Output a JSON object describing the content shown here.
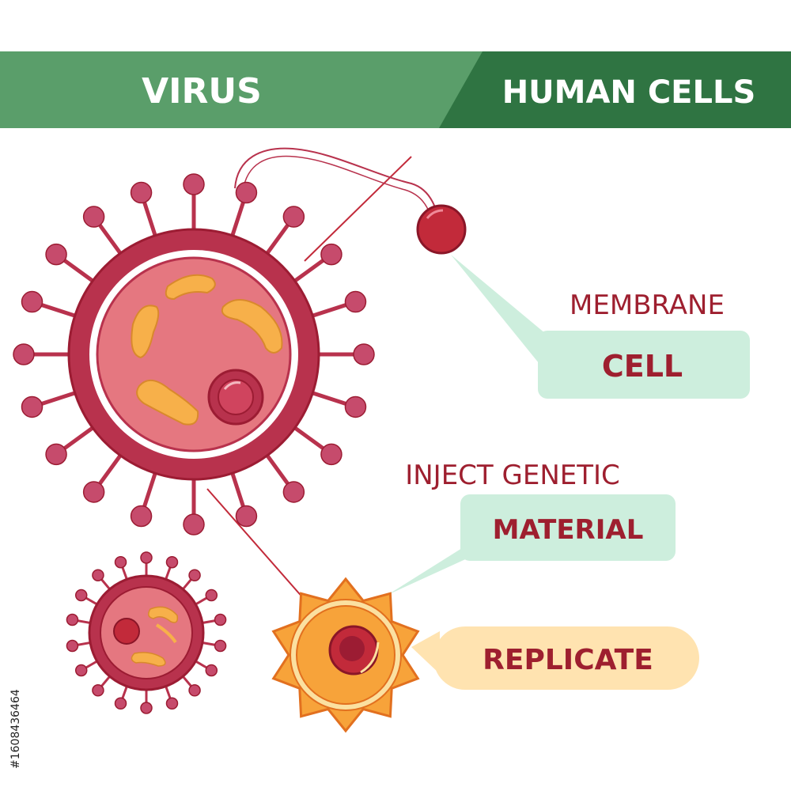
{
  "header": {
    "left_title": "VIRUS",
    "right_title": "HUMAN CELLS"
  },
  "labels": {
    "membrane": "MEMBRANE",
    "cell": "CELL",
    "inject": "INJECT  GENETIC",
    "material": "MATERIAL",
    "replicate": "REPLICATE"
  },
  "watermark": "#1608436464",
  "colors": {
    "header_light": "#5a9e6a",
    "header_dark": "#2f7442",
    "virus_dark": "#9c1c33",
    "virus_mid": "#b8324d",
    "virus_spike": "#c64b6c",
    "virus_inner": "#e57780",
    "organelle": "#f7b04a",
    "callout_green": "#cdeedd",
    "callout_orange": "#ffe3b0",
    "label_red": "#9e1f2f",
    "cell_orange": "#f7a33a"
  }
}
